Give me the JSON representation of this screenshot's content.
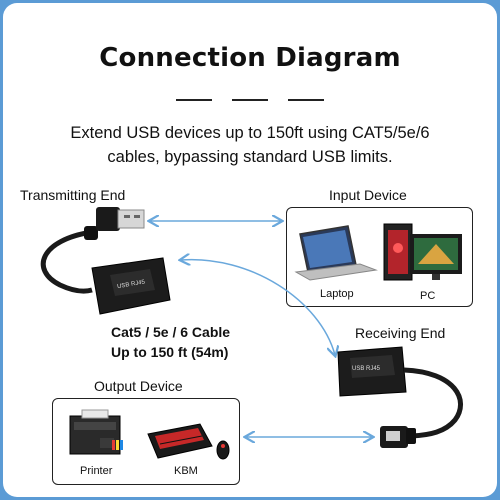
{
  "title": "Connection Diagram",
  "subtitle_line1": "Extend USB devices up to 150ft using CAT5/5e/6",
  "subtitle_line2": "cables, bypassing standard USB limits.",
  "transmitting_label": "Transmitting End",
  "input_device_label": "Input Device",
  "receiving_label": "Receiving End",
  "output_device_label": "Output Device",
  "cable_line1": "Cat5 / 5e / 6 Cable",
  "cable_line2": "Up to 150 ft (54m)",
  "laptop_label": "Laptop",
  "pc_label": "PC",
  "printer_label": "Printer",
  "kbm_label": "KBM",
  "transmitter_text": "USB RJ45",
  "receiver_text": "USB RJ45",
  "colors": {
    "accent": "#5b9bd5",
    "arrow": "#6aa8dc"
  }
}
